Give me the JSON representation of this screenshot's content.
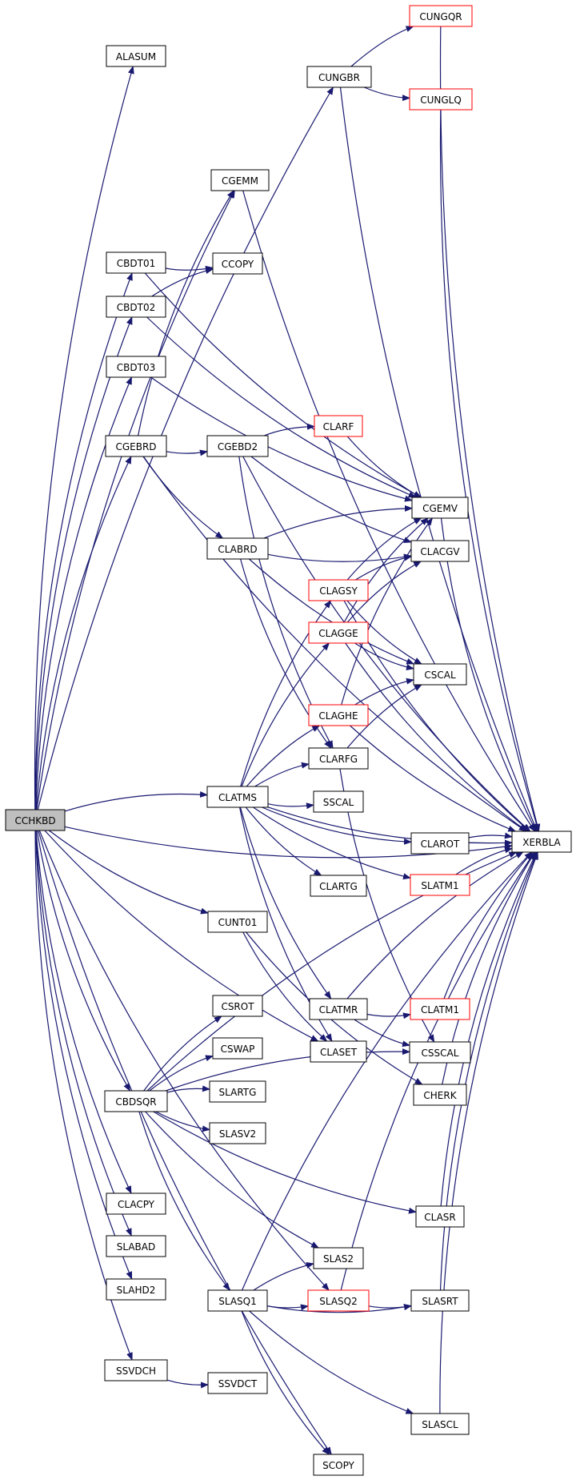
{
  "graph": {
    "edge_color": "#191970",
    "root_fill": "#bfbfbf",
    "undocumented_border": "#ff0000",
    "nodes": [
      {
        "id": "CCHKBD",
        "label": "CCHKBD",
        "root": true
      },
      {
        "id": "ALASUM",
        "label": "ALASUM"
      },
      {
        "id": "CUNGBR",
        "label": "CUNGBR"
      },
      {
        "id": "CUNGQR",
        "label": "CUNGQR",
        "undocumented": true
      },
      {
        "id": "CUNGLQ",
        "label": "CUNGLQ",
        "undocumented": true
      },
      {
        "id": "CGEMM",
        "label": "CGEMM"
      },
      {
        "id": "CBDT01",
        "label": "CBDT01"
      },
      {
        "id": "CCOPY",
        "label": "CCOPY"
      },
      {
        "id": "CBDT02",
        "label": "CBDT02"
      },
      {
        "id": "CBDT03",
        "label": "CBDT03"
      },
      {
        "id": "CGEBRD",
        "label": "CGEBRD"
      },
      {
        "id": "CGEBD2",
        "label": "CGEBD2"
      },
      {
        "id": "CLARF",
        "label": "CLARF",
        "undocumented": true
      },
      {
        "id": "CGEMV",
        "label": "CGEMV"
      },
      {
        "id": "CLABRD",
        "label": "CLABRD"
      },
      {
        "id": "CLACGV",
        "label": "CLACGV"
      },
      {
        "id": "CLAGSY",
        "label": "CLAGSY",
        "undocumented": true
      },
      {
        "id": "CLAGGE",
        "label": "CLAGGE",
        "undocumented": true
      },
      {
        "id": "CSCAL",
        "label": "CSCAL"
      },
      {
        "id": "CLAGHE",
        "label": "CLAGHE",
        "undocumented": true
      },
      {
        "id": "CLARFG",
        "label": "CLARFG"
      },
      {
        "id": "CLATMS",
        "label": "CLATMS"
      },
      {
        "id": "SSCAL",
        "label": "SSCAL"
      },
      {
        "id": "CLAROT",
        "label": "CLAROT"
      },
      {
        "id": "XERBLA",
        "label": "XERBLA"
      },
      {
        "id": "CLARTG",
        "label": "CLARTG"
      },
      {
        "id": "SLATM1",
        "label": "SLATM1",
        "undocumented": true
      },
      {
        "id": "CUNT01",
        "label": "CUNT01"
      },
      {
        "id": "CSROT",
        "label": "CSROT"
      },
      {
        "id": "CLATMR",
        "label": "CLATMR"
      },
      {
        "id": "CLATM1",
        "label": "CLATM1",
        "undocumented": true
      },
      {
        "id": "CSWAP",
        "label": "CSWAP"
      },
      {
        "id": "CLASET",
        "label": "CLASET"
      },
      {
        "id": "CSSCAL",
        "label": "CSSCAL"
      },
      {
        "id": "CBDSQR",
        "label": "CBDSQR"
      },
      {
        "id": "SLARTG",
        "label": "SLARTG"
      },
      {
        "id": "CHERK",
        "label": "CHERK"
      },
      {
        "id": "SLASV2",
        "label": "SLASV2"
      },
      {
        "id": "CLACPY",
        "label": "CLACPY"
      },
      {
        "id": "CLASR",
        "label": "CLASR"
      },
      {
        "id": "SLABAD",
        "label": "SLABAD"
      },
      {
        "id": "SLAS2",
        "label": "SLAS2"
      },
      {
        "id": "SLAHD2",
        "label": "SLAHD2"
      },
      {
        "id": "SLASQ1",
        "label": "SLASQ1"
      },
      {
        "id": "SLASQ2",
        "label": "SLASQ2",
        "undocumented": true
      },
      {
        "id": "SLASRT",
        "label": "SLASRT"
      },
      {
        "id": "SSVDCH",
        "label": "SSVDCH"
      },
      {
        "id": "SSVDCT",
        "label": "SSVDCT"
      },
      {
        "id": "SLASCL",
        "label": "SLASCL"
      },
      {
        "id": "SCOPY",
        "label": "SCOPY"
      }
    ],
    "edges": [
      [
        "CCHKBD",
        "ALASUM"
      ],
      [
        "CCHKBD",
        "CUNGBR"
      ],
      [
        "CCHKBD",
        "CGEMM"
      ],
      [
        "CCHKBD",
        "CBDT01"
      ],
      [
        "CCHKBD",
        "CBDT02"
      ],
      [
        "CCHKBD",
        "CBDT03"
      ],
      [
        "CCHKBD",
        "CGEBRD"
      ],
      [
        "CCHKBD",
        "CLATMS"
      ],
      [
        "CCHKBD",
        "CUNT01"
      ],
      [
        "CCHKBD",
        "CBDSQR"
      ],
      [
        "CCHKBD",
        "CLACPY"
      ],
      [
        "CCHKBD",
        "SLABAD"
      ],
      [
        "CCHKBD",
        "SLAHD2"
      ],
      [
        "CCHKBD",
        "SSVDCH"
      ],
      [
        "CCHKBD",
        "SCOPY"
      ],
      [
        "CCHKBD",
        "CLASET"
      ],
      [
        "CCHKBD",
        "XERBLA"
      ],
      [
        "CCHKBD",
        "SLASQ2"
      ],
      [
        "CUNGBR",
        "CUNGQR"
      ],
      [
        "CUNGBR",
        "CUNGLQ"
      ],
      [
        "CUNGBR",
        "XERBLA"
      ],
      [
        "CUNGQR",
        "XERBLA"
      ],
      [
        "CUNGLQ",
        "XERBLA"
      ],
      [
        "CGEMM",
        "XERBLA"
      ],
      [
        "CBDT01",
        "CCOPY"
      ],
      [
        "CBDT01",
        "CGEMV"
      ],
      [
        "CBDT02",
        "CCOPY"
      ],
      [
        "CBDT02",
        "CGEMV"
      ],
      [
        "CBDT03",
        "CGEMV"
      ],
      [
        "CGEBRD",
        "CGEMM"
      ],
      [
        "CGEBRD",
        "CGEBD2"
      ],
      [
        "CGEBRD",
        "CLABRD"
      ],
      [
        "CGEBRD",
        "XERBLA"
      ],
      [
        "CGEBD2",
        "CLARF"
      ],
      [
        "CGEBD2",
        "CLACGV"
      ],
      [
        "CGEBD2",
        "CLARFG"
      ],
      [
        "CGEBD2",
        "XERBLA"
      ],
      [
        "CLARF",
        "CGEMV"
      ],
      [
        "CGEMV",
        "XERBLA"
      ],
      [
        "CLABRD",
        "CGEMV"
      ],
      [
        "CLABRD",
        "CLACGV"
      ],
      [
        "CLABRD",
        "CSCAL"
      ],
      [
        "CLABRD",
        "CLARFG"
      ],
      [
        "CLAGSY",
        "CGEMV"
      ],
      [
        "CLAGSY",
        "CLACGV"
      ],
      [
        "CLAGSY",
        "CSCAL"
      ],
      [
        "CLAGSY",
        "XERBLA"
      ],
      [
        "CLAGGE",
        "CGEMV"
      ],
      [
        "CLAGGE",
        "CLACGV"
      ],
      [
        "CLAGGE",
        "CSCAL"
      ],
      [
        "CLAGGE",
        "XERBLA"
      ],
      [
        "CLAGHE",
        "CGEMV"
      ],
      [
        "CLAGHE",
        "CSCAL"
      ],
      [
        "CLAGHE",
        "XERBLA"
      ],
      [
        "CLARFG",
        "CSCAL"
      ],
      [
        "CLARFG",
        "CSSCAL"
      ],
      [
        "CLATMS",
        "CLAGSY"
      ],
      [
        "CLATMS",
        "CLAGGE"
      ],
      [
        "CLATMS",
        "CLAGHE"
      ],
      [
        "CLATMS",
        "CLARFG"
      ],
      [
        "CLATMS",
        "SSCAL"
      ],
      [
        "CLATMS",
        "CLAROT"
      ],
      [
        "CLATMS",
        "CLARTG"
      ],
      [
        "CLATMS",
        "SLATM1"
      ],
      [
        "CLATMS",
        "CLATMR"
      ],
      [
        "CLATMS",
        "CLASET"
      ],
      [
        "CLATMS",
        "XERBLA"
      ],
      [
        "CLAROT",
        "XERBLA"
      ],
      [
        "SLATM1",
        "XERBLA"
      ],
      [
        "CUNT01",
        "CLASET"
      ],
      [
        "CUNT01",
        "CHERK"
      ],
      [
        "CLATMR",
        "CLATM1"
      ],
      [
        "CLATMR",
        "CSSCAL"
      ],
      [
        "CLATMR",
        "XERBLA"
      ],
      [
        "CLATM1",
        "XERBLA"
      ],
      [
        "CHERK",
        "XERBLA"
      ],
      [
        "CBDSQR",
        "CSROT"
      ],
      [
        "CBDSQR",
        "CSWAP"
      ],
      [
        "CBDSQR",
        "SLARTG"
      ],
      [
        "CBDSQR",
        "SLASV2"
      ],
      [
        "CBDSQR",
        "CSSCAL"
      ],
      [
        "CBDSQR",
        "CLASR"
      ],
      [
        "CBDSQR",
        "SLAS2"
      ],
      [
        "CBDSQR",
        "SLASQ1"
      ],
      [
        "CBDSQR",
        "XERBLA"
      ],
      [
        "CLASR",
        "XERBLA"
      ],
      [
        "SLASQ1",
        "SLAS2"
      ],
      [
        "SLASQ1",
        "SLASQ2"
      ],
      [
        "SLASQ1",
        "SLASRT"
      ],
      [
        "SLASQ1",
        "SLASCL"
      ],
      [
        "SLASQ1",
        "SCOPY"
      ],
      [
        "SLASQ1",
        "XERBLA"
      ],
      [
        "SLASQ2",
        "SLASRT"
      ],
      [
        "SLASQ2",
        "XERBLA"
      ],
      [
        "SLASRT",
        "XERBLA"
      ],
      [
        "SLASCL",
        "XERBLA"
      ],
      [
        "SSVDCH",
        "SSVDCT"
      ]
    ]
  }
}
